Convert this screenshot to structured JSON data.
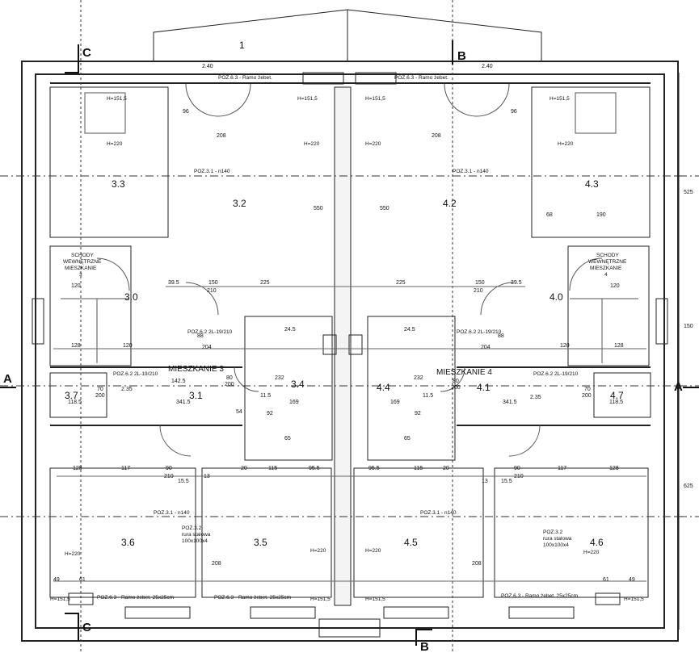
{
  "sections": {
    "c": "C",
    "b": "B",
    "a": "A"
  },
  "top_label": "1",
  "rooms": {
    "r33": "3.3",
    "r32": "3.2",
    "r42": "4.2",
    "r43": "4.3",
    "r30": "3.0",
    "r40": "4.0",
    "r37": "3.7",
    "r31": "3.1",
    "r34": "3.4",
    "r44": "4.4",
    "r41": "4.1",
    "r47": "4.7",
    "r36": "3.6",
    "r35": "3.5",
    "r45": "4.5",
    "r46": "4.6"
  },
  "apartments": {
    "m3": "MIESZKANIE 3",
    "m4": "MIESZKANIE 4"
  },
  "stairs": {
    "left": [
      "SCHODY",
      "WEWNĘTRZNE",
      "MIESZKANIE",
      "3"
    ],
    "right": [
      "SCHODY",
      "WEWNĘTRZNE",
      "MIESZKANIE",
      "4"
    ]
  },
  "heights": {
    "h1515": "H=151,5",
    "h220": "H=220"
  },
  "beams": {
    "ramo_top_l": "POZ.6.3 - Ramo żebet.",
    "ramo_top_r": "POZ.6.3 - Ramo żebet.",
    "ramo_bot_l": "POZ.6.3 - Ramo żebet. 25x25cm",
    "ramo_bot_m": "POZ.6.3 - Ramo żebet. 25x25cm",
    "ramo_bot_r": "POZ.6.3 - Ramo żebet. 25x25cm",
    "poz31_top_l": "POZ.3.1 - n140",
    "poz31_top_r": "POZ.3.1 - n140",
    "poz31_bot_l": "POZ.3.1 - n140",
    "poz31_bot_r": "POZ.3.1 - n140",
    "poz62_l": "POZ.6.2 2L-19/210",
    "poz62_r": "POZ.6.2 2L-19/210",
    "poz62_l2": "POZ.6.2 2L-19/210",
    "poz62_r2": "POZ.6.2 2L-19/210",
    "poz32_l": "POZ.3.2",
    "poz32_r": "POZ.3.2",
    "rura_l": "rura stalowa",
    "rura_r": "rura stalowa",
    "prof": "100x100x4"
  },
  "dims": {
    "d128": "128",
    "d117": "117",
    "d90": "90",
    "d210": "210",
    "d20": "20",
    "d115": "115",
    "d955": "95.5",
    "d155": "15.5",
    "d13": "13",
    "d225": "225",
    "d150": "150",
    "d395": "39.5",
    "d204": "204",
    "d3415": "341.5",
    "d169": "169",
    "d92": "92",
    "d1185": "118.5",
    "d70": "70",
    "d200": "200",
    "d80": "80",
    "d232": "232",
    "d115b": "11.5",
    "d61": "61",
    "d49": "49",
    "d550": "550",
    "d208": "208",
    "d68": "68",
    "d190": "190",
    "d96": "96",
    "d525": "525",
    "d625": "625",
    "d240": "2.40",
    "d235": "2.35",
    "d65": "65",
    "d245": "24.5",
    "d120": "120",
    "d88": "88",
    "d1425": "142.5",
    "d54": "54"
  }
}
